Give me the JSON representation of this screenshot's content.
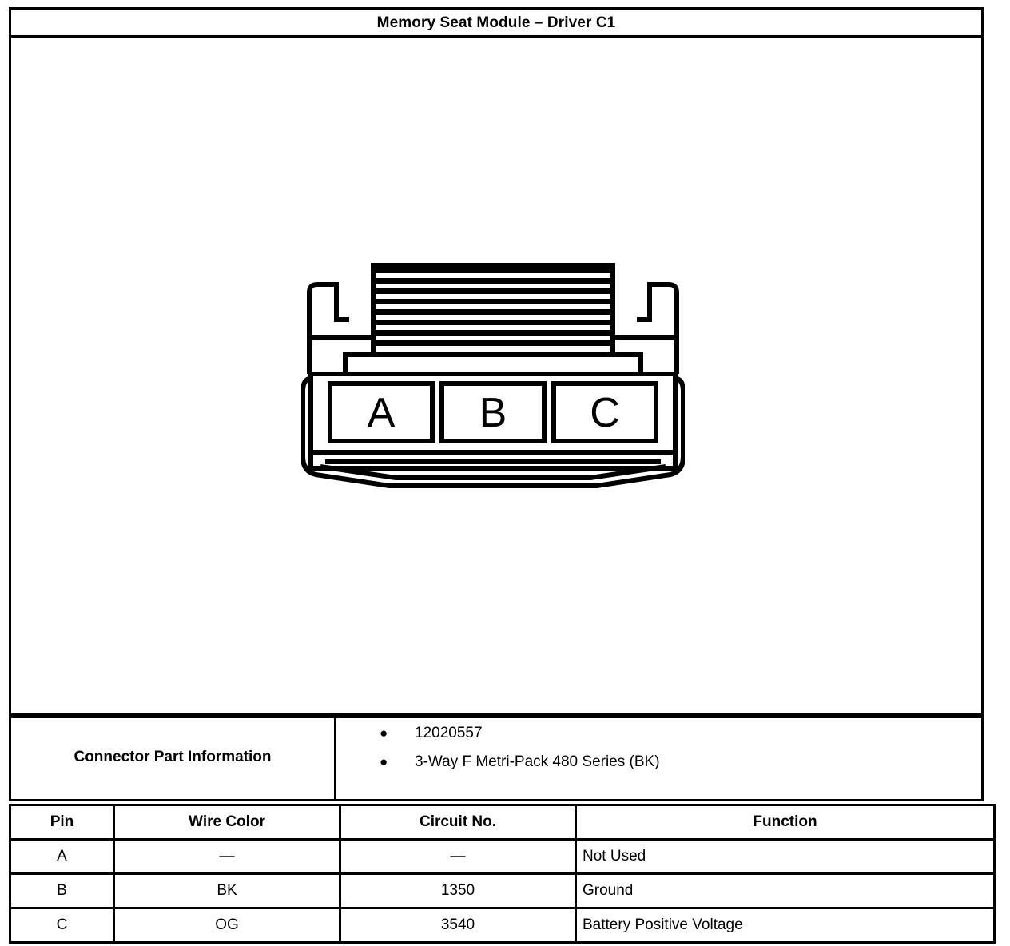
{
  "document": {
    "title": "Memory Seat Module – Driver C1"
  },
  "figure": {
    "name": "connector-face-view",
    "description": "3-Way female Metri-Pack 480 Series connector end view",
    "cavities": [
      {
        "label": "A"
      },
      {
        "label": "B"
      },
      {
        "label": "C"
      }
    ]
  },
  "connector_part_information": {
    "label": "Connector Part Information",
    "bullet_glyph": "●",
    "items": [
      "12020557",
      "3-Way F Metri-Pack 480 Series (BK)"
    ]
  },
  "pin_table": {
    "headers": {
      "pin": "Pin",
      "wire_color": "Wire Color",
      "circuit_no": "Circuit No.",
      "function": "Function"
    },
    "rows": [
      {
        "pin": "A",
        "wire_color": "—",
        "circuit_no": "—",
        "function": "Not Used"
      },
      {
        "pin": "B",
        "wire_color": "BK",
        "circuit_no": "1350",
        "function": "Ground"
      },
      {
        "pin": "C",
        "wire_color": "OG",
        "circuit_no": "3540",
        "function": "Battery Positive Voltage"
      }
    ]
  },
  "colors": {
    "ink": "#000000",
    "paper": "#ffffff"
  }
}
